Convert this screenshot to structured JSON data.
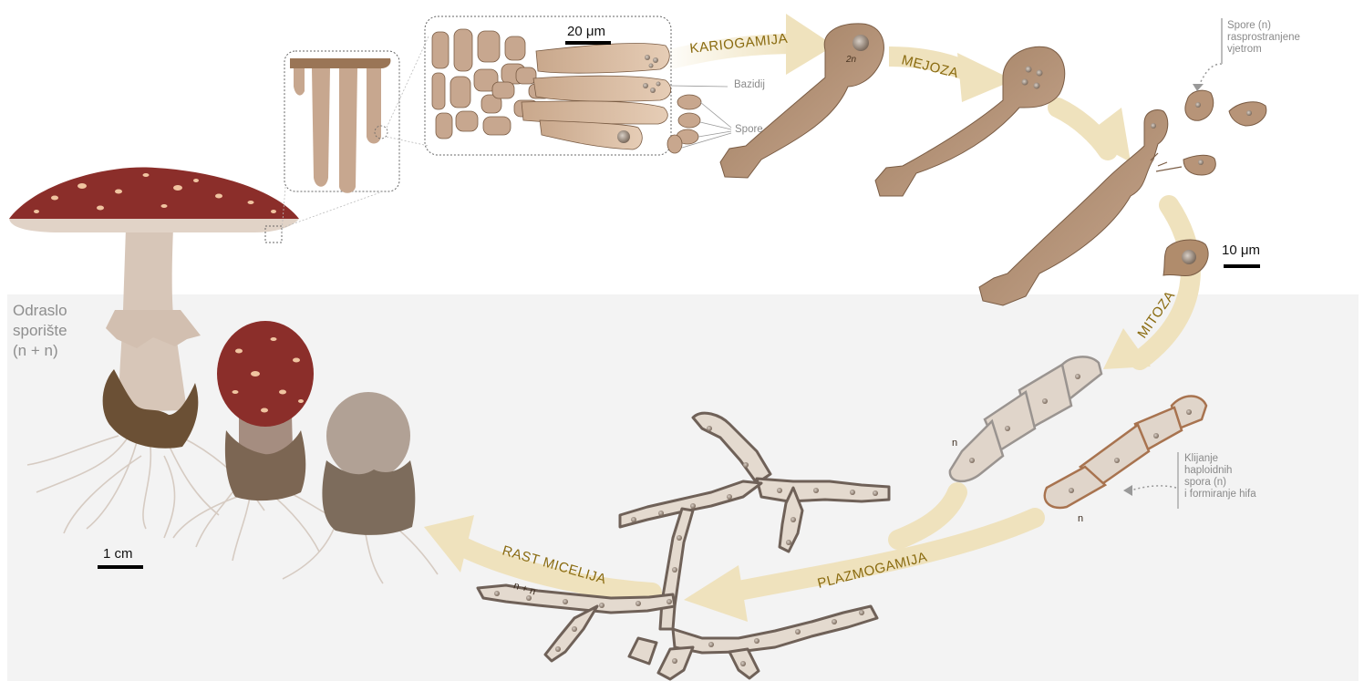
{
  "stages": {
    "karyogamy": "KARIOGAMIJA",
    "meiosis": "MEJOZA",
    "mitosis": "MITOZA",
    "plasmogamy": "PLAZMOGAMIJA",
    "mycelium_growth": "RAST MICELIJA"
  },
  "labels": {
    "basidium": "Bazidij",
    "spores": "Spore",
    "spores_wind_line1": "Spore (n)",
    "spores_wind_line2": "rasprostranjene",
    "spores_wind_line3": "vjetrom",
    "germination_line1": "Klijanje",
    "germination_line2": "haploidnih",
    "germination_line3": "spora (n)",
    "germination_line4": "i formiranje hifa",
    "adult_line1": "Odraslo",
    "adult_line2": "sporište",
    "adult_line3": "(n + n)",
    "diploid": "2n",
    "haploid_a": "n",
    "haploid_b": "n",
    "dikaryon": "n + n"
  },
  "scale_bars": {
    "gills_detail": "20 μm",
    "spore": "10 μm",
    "mushroom": "1 cm"
  },
  "colors": {
    "arrow": "#efe2bd",
    "cap_red": "#8b2e2a",
    "cap_spots": "#f0c4a0",
    "stem": "#d4c1b2",
    "volva": "#6b5035",
    "basidium": "#b08c6c",
    "hypha_haploid": "#d9ccbd",
    "hypha_dikaryon": "#e2d7c9",
    "stage_text": "#8a6b10"
  }
}
